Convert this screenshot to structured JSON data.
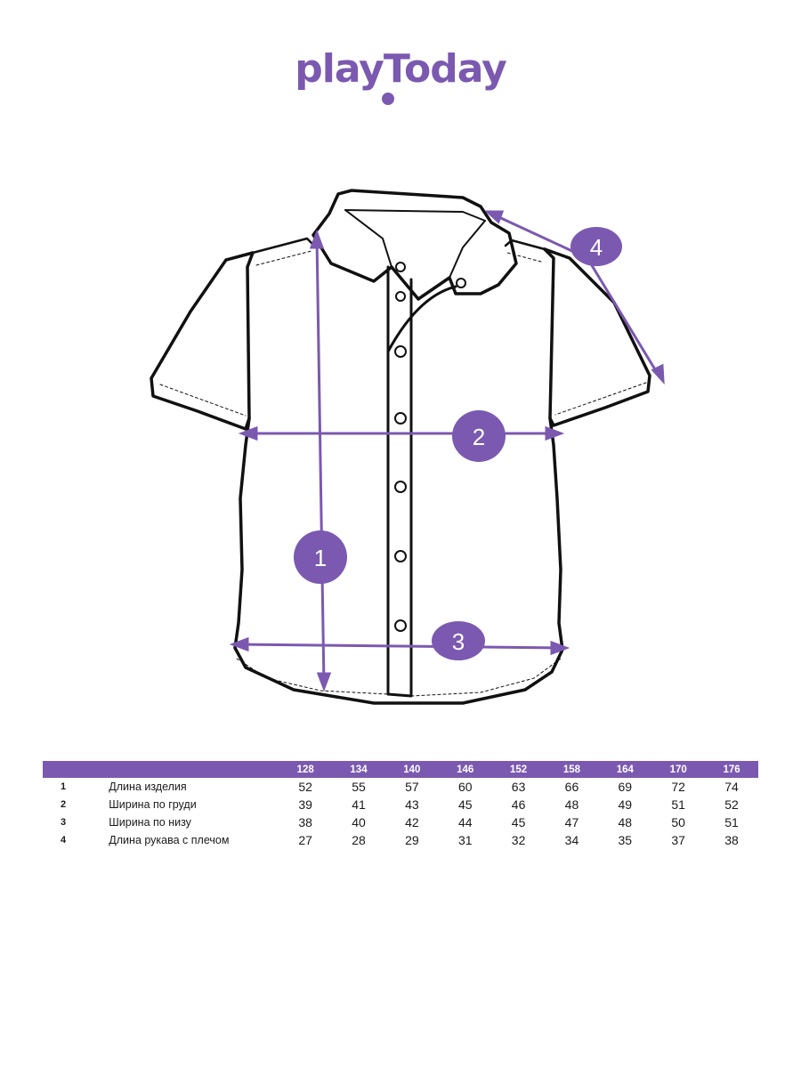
{
  "brand": {
    "logo_text": "playToday",
    "color": "#7b59b0"
  },
  "diagram": {
    "markers": [
      {
        "id": "1",
        "label": "1"
      },
      {
        "id": "2",
        "label": "2"
      },
      {
        "id": "3",
        "label": "3"
      },
      {
        "id": "4",
        "label": "4"
      }
    ],
    "line_color": "#7b59b0",
    "outline_color": "#111111"
  },
  "table": {
    "header_bg": "#7b59b0",
    "sizes": [
      "128",
      "134",
      "140",
      "146",
      "152",
      "158",
      "164",
      "170",
      "176"
    ],
    "rows": [
      {
        "num": "1",
        "name": "Длина изделия",
        "values": [
          "52",
          "55",
          "57",
          "60",
          "63",
          "66",
          "69",
          "72",
          "74"
        ]
      },
      {
        "num": "2",
        "name": "Ширина по груди",
        "values": [
          "39",
          "41",
          "43",
          "45",
          "46",
          "48",
          "49",
          "51",
          "52"
        ]
      },
      {
        "num": "3",
        "name": "Ширина по низу",
        "values": [
          "38",
          "40",
          "42",
          "44",
          "45",
          "47",
          "48",
          "50",
          "51"
        ]
      },
      {
        "num": "4",
        "name": "Длина рукава с плечом",
        "values": [
          "27",
          "28",
          "29",
          "31",
          "32",
          "34",
          "35",
          "37",
          "38"
        ]
      }
    ]
  }
}
